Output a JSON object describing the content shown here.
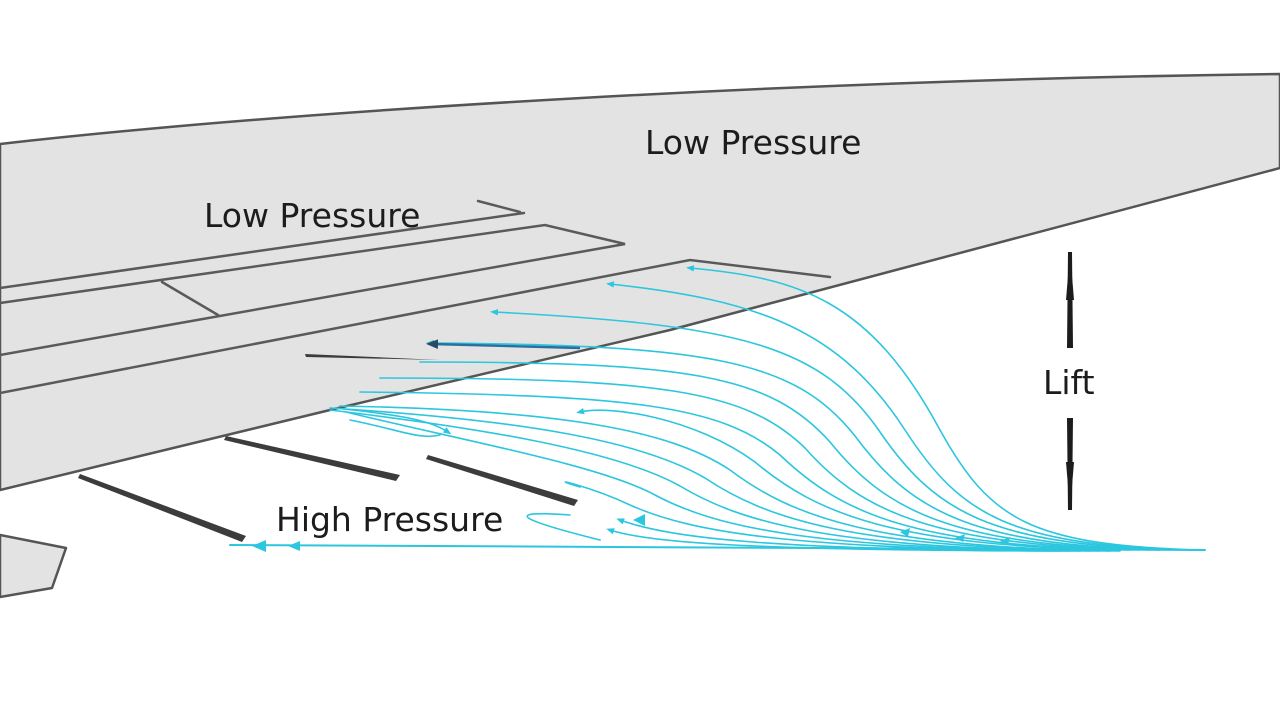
{
  "labels": {
    "low_pressure_upper": "Low Pressure",
    "low_pressure_lower": "Low Pressure",
    "high_pressure": "High Pressure",
    "lift": "Lift"
  },
  "colors": {
    "wing_fill": "#e3e3e3",
    "wing_stroke": "#555555",
    "streamline": "#2cc6de",
    "dark_arrow": "#2a6fa0",
    "lift_arrow": "#1c1c1c",
    "text": "#1c1c1c"
  },
  "icons": {
    "lift_arrow": "double-headed-vertical-arrow-icon",
    "flow_arrow": "arrowhead-icon"
  }
}
